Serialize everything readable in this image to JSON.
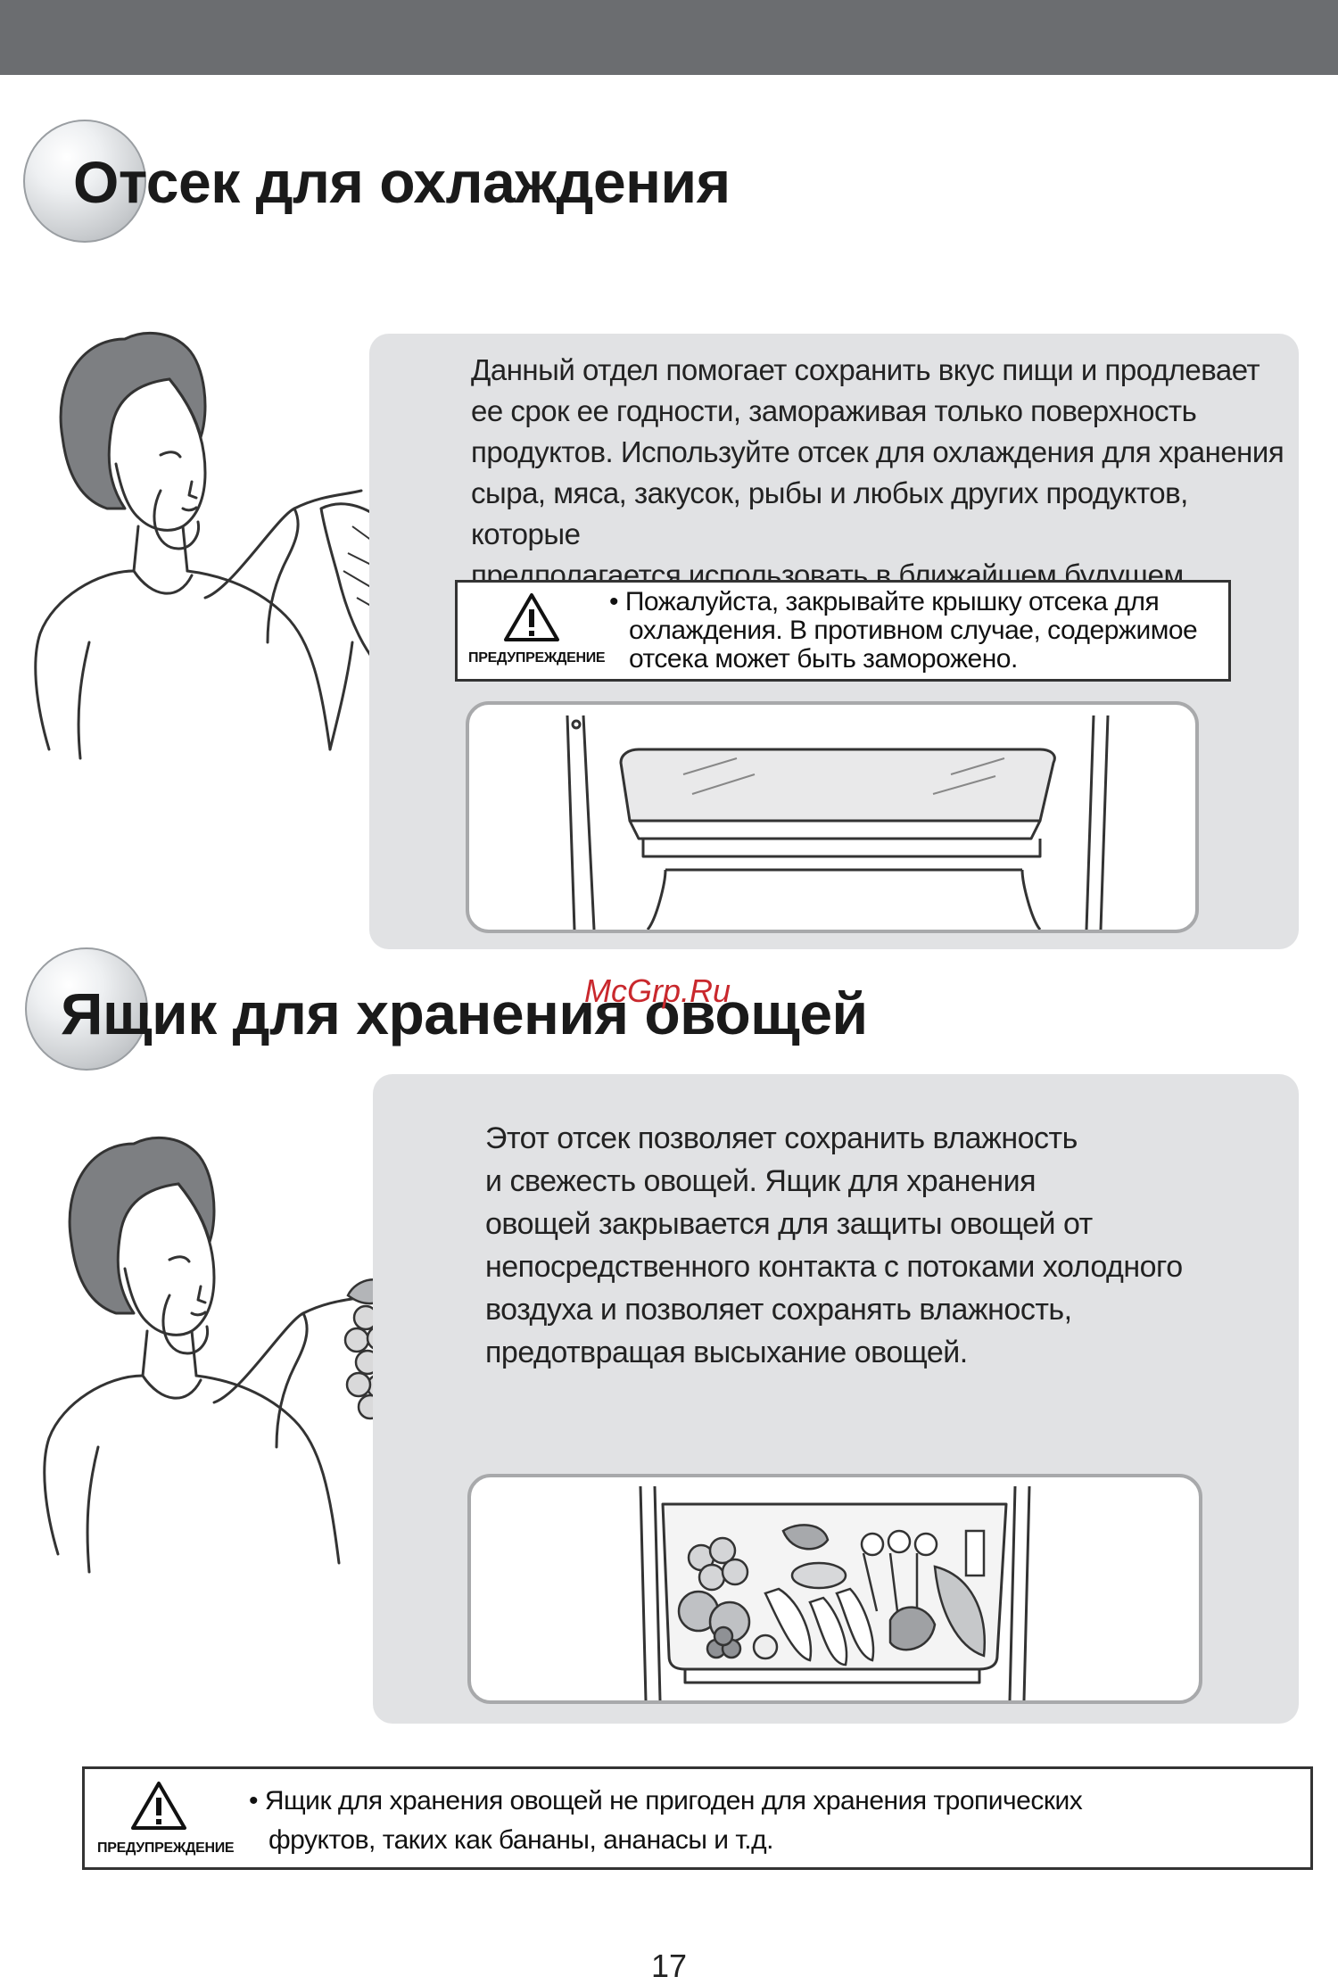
{
  "sections": [
    {
      "title": "Отсек для охлаждения",
      "description": [
        "Данный отдел помогает сохранить вкус пищи и продлевает",
        "ее срок ее годности, замораживая только поверхность",
        "продуктов. Используйте отсек для охлаждения для хранения",
        "сыра, мяса, закусок, рыбы и любых других продуктов, которые",
        "предполагается использовать в ближайшем будущем."
      ],
      "warning": {
        "label": "ПРЕДУПРЕЖДЕНИЕ",
        "lines": [
          "• Пожалуйста, закрывайте крышку отсека для",
          "охлаждения. В противном случае, содержимое",
          "отсека может быть заморожено."
        ]
      }
    },
    {
      "title": "Ящик для хранения овощей",
      "description": [
        "Этот отсек позволяет сохранить влажность",
        "и свежесть овощей. Ящик для хранения",
        "овощей закрывается для защиты овощей от",
        "непосредственного контакта с потоками холодного",
        "воздуха и позволяет сохранять влажность,",
        "предотвращая высыхание овощей."
      ]
    }
  ],
  "bottom_warning": {
    "label": "ПРЕДУПРЕЖДЕНИЕ",
    "lines": [
      "• Ящик для хранения овощей не пригоден для хранения тропических",
      "фруктов, таких как бананы, ананасы и т.д."
    ]
  },
  "watermark": "McGrp.Ru",
  "page_number": "17"
}
